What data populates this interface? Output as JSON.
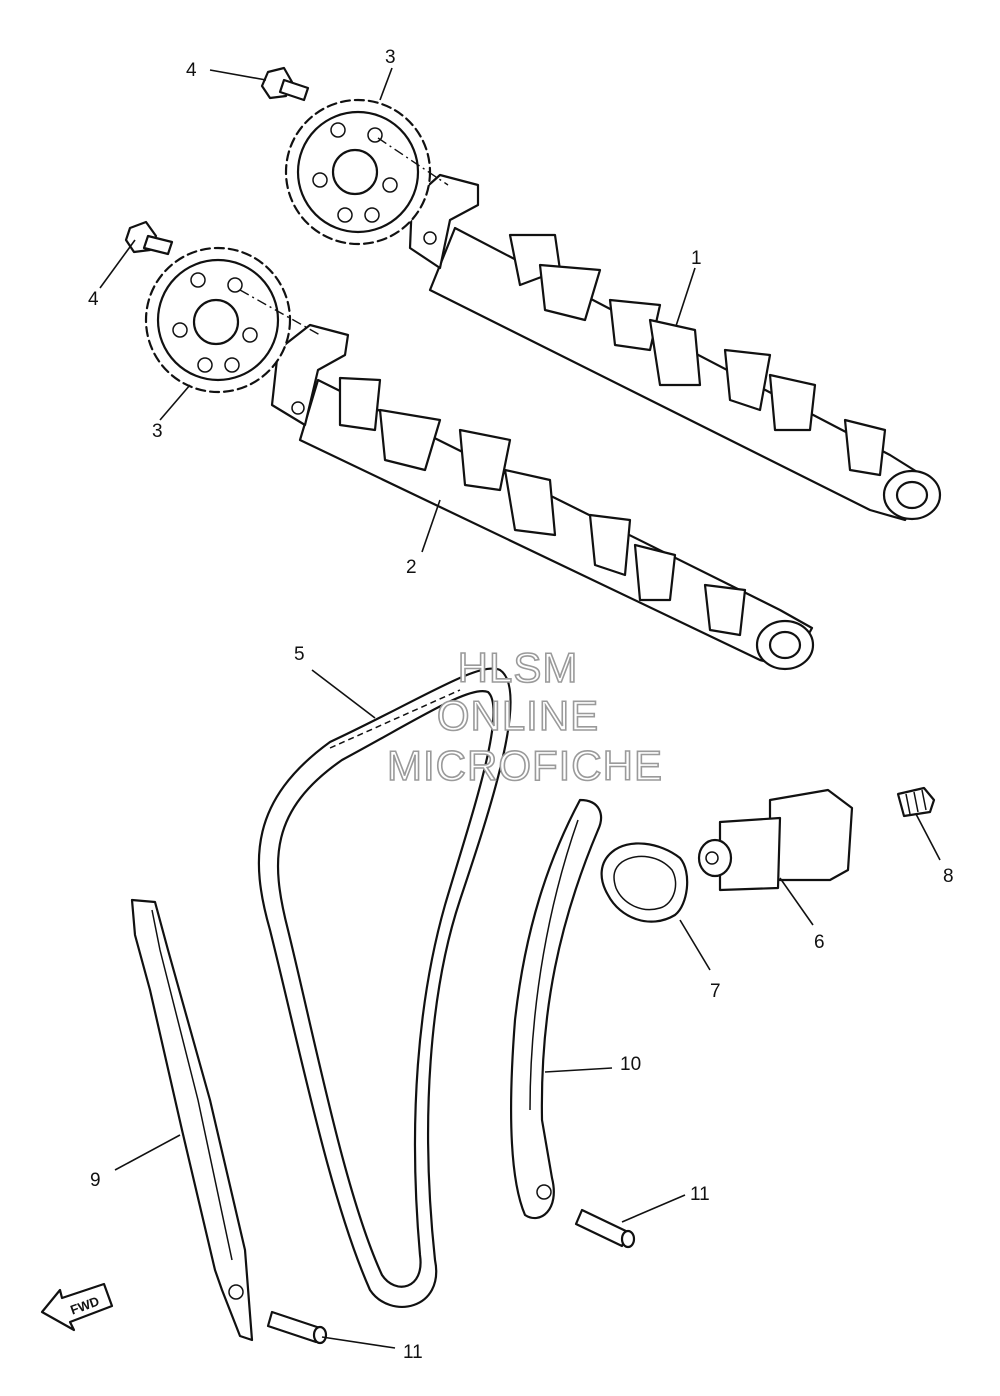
{
  "callouts": {
    "c1": "1",
    "c2": "2",
    "c3_top": "3",
    "c3_bottom": "3",
    "c4_top": "4",
    "c4_left": "4",
    "c5": "5",
    "c6": "6",
    "c7": "7",
    "c8": "8",
    "c9": "9",
    "c10": "10",
    "c11_right": "11",
    "c11_bottom": "11"
  },
  "watermark": {
    "line1": "HLSM",
    "line2": "ONLINE",
    "line3": "MICROFICHE"
  },
  "direction_badge": "FWD"
}
